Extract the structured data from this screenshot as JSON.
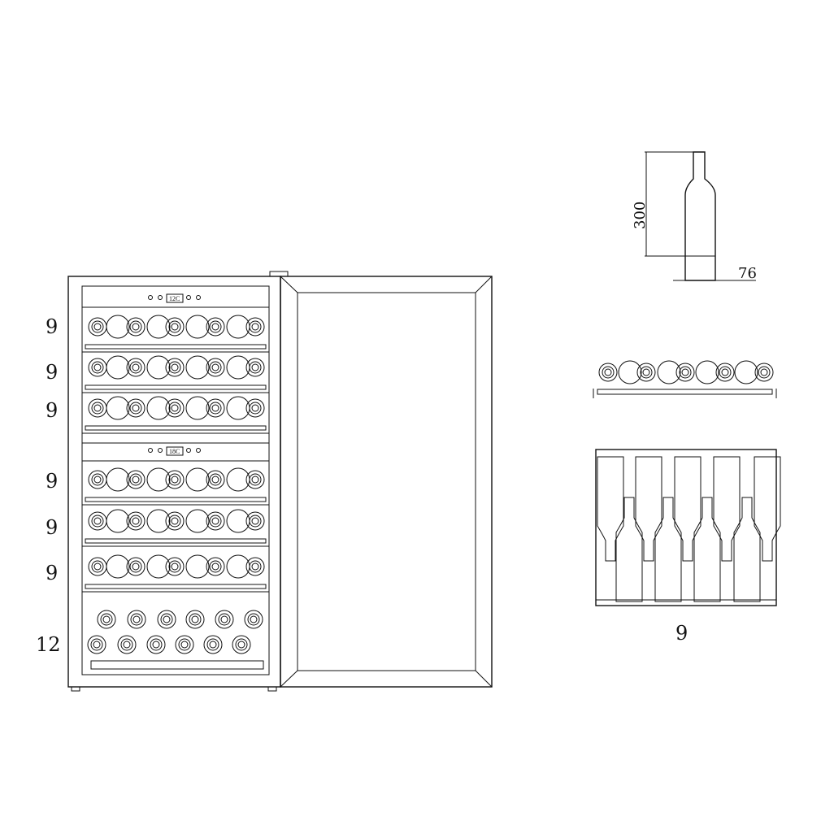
{
  "shelf_counts": [
    "9",
    "9",
    "9",
    "9",
    "9",
    "9",
    "12"
  ],
  "displays": {
    "upper": "12C",
    "lower": "18C"
  },
  "bottle_dims": {
    "height": "300",
    "diameter": "76"
  },
  "shelf_detail_count": "9",
  "colors": {
    "line": "#111111",
    "background": "#ffffff"
  }
}
